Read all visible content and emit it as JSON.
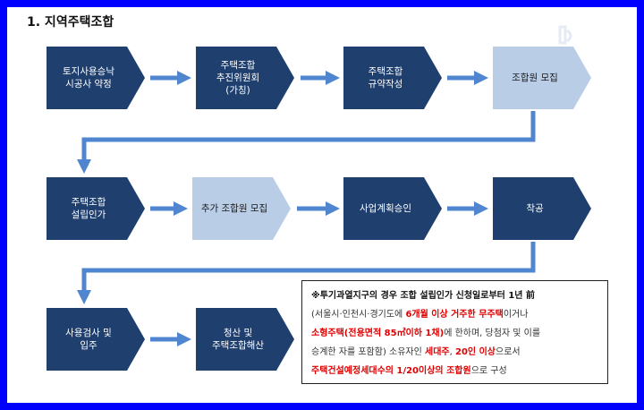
{
  "title": "1. 지역주택조합",
  "colors": {
    "dark": "#1f3f6e",
    "light": "#b9cde6",
    "arrow": "#4f86cf",
    "frame": "#0000ff",
    "highlight": "#e00000"
  },
  "steps": [
    {
      "label": "토지사용승낙\n시공사 약정",
      "style": "dark"
    },
    {
      "label": "주택조합\n추진위원회\n(가칭)",
      "style": "dark"
    },
    {
      "label": "주택조합\n규약작성",
      "style": "dark"
    },
    {
      "label": "조합원 모집",
      "style": "light"
    },
    {
      "label": "주택조합\n설립인가",
      "style": "dark"
    },
    {
      "label": "추가 조합원 모집",
      "style": "light"
    },
    {
      "label": "사업계획승인",
      "style": "dark"
    },
    {
      "label": "착공",
      "style": "dark"
    },
    {
      "label": "사용검사 및\n입주",
      "style": "dark"
    },
    {
      "label": "청산 및\n주택조합해산",
      "style": "dark"
    }
  ],
  "note": {
    "line1": "※투기과열지구의 경우 조합 설립인가 신청일로부터 1년 前",
    "line2_a": "(서울시·인천시·경기도에 ",
    "line2_b": "6개월 이상 거주한 무주택",
    "line2_c": "이거나",
    "line3_a": "소형주택(전용면적 85㎡이하 1채)",
    "line3_b": "에 한하며, 당첨자 및 이를",
    "line4": "승계한 자를 포함함) 소유자인 ",
    "line4_b": "세대주",
    "line4_c": ", ",
    "line4_d": "20인 이상",
    "line4_e": "으로서",
    "line5_a": "주택건설예정세대수의 1/20이상의 조합원",
    "line5_b": "으로 구성"
  }
}
